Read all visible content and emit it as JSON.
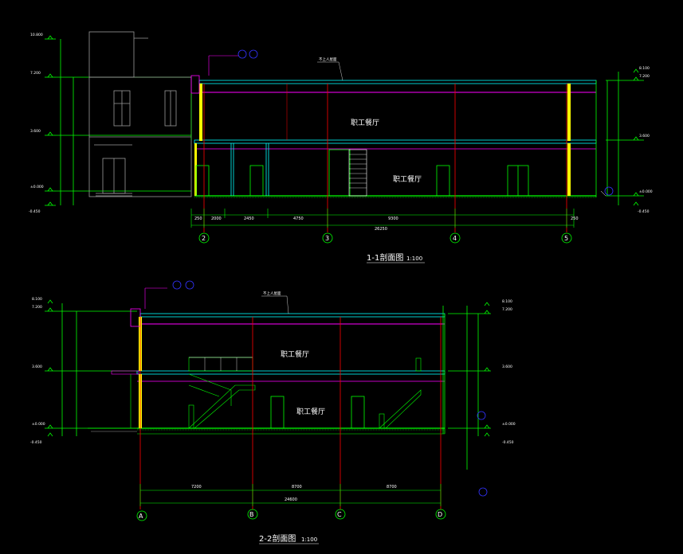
{
  "section1": {
    "title": "1-1剖面图",
    "scale": "1:100",
    "rooms": [
      "职工餐厅",
      "职工餐厅"
    ],
    "roof_note": "不上人屋面",
    "axes": [
      "2",
      "3",
      "4",
      "5"
    ],
    "levels_left": [
      "10.800",
      "7.200",
      "3.600",
      "±0.000",
      "-0.450"
    ],
    "levels_right": [
      "8.100",
      "7.200",
      "3.600",
      "±0.000",
      "-0.450"
    ],
    "bottom_dims": [
      "250",
      "2000",
      "2450",
      "4750",
      "9300",
      "250"
    ],
    "total_dim": "26250"
  },
  "section2": {
    "title": "2-2剖面图",
    "scale": "1:100",
    "rooms": [
      "职工餐厅",
      "职工餐厅"
    ],
    "roof_note": "不上人屋面",
    "axes": [
      "A",
      "B",
      "C",
      "D"
    ],
    "levels_left": [
      "8.100",
      "7.200",
      "3.600",
      "±0.000",
      "-0.450"
    ],
    "levels_right": [
      "8.100",
      "7.200",
      "3.600",
      "±0.000",
      "-0.450"
    ],
    "bottom_dims": [
      "7200",
      "8700",
      "8700"
    ],
    "total_dim": "24600"
  },
  "colors": {
    "background": "#000000",
    "green": "#00ff00",
    "cyan": "#00ffff",
    "magenta": "#ff00ff",
    "red": "#ff0000",
    "yellow": "#ffff00",
    "white": "#ffffff",
    "blue": "#3333ff",
    "gray": "#9a9a9a"
  }
}
